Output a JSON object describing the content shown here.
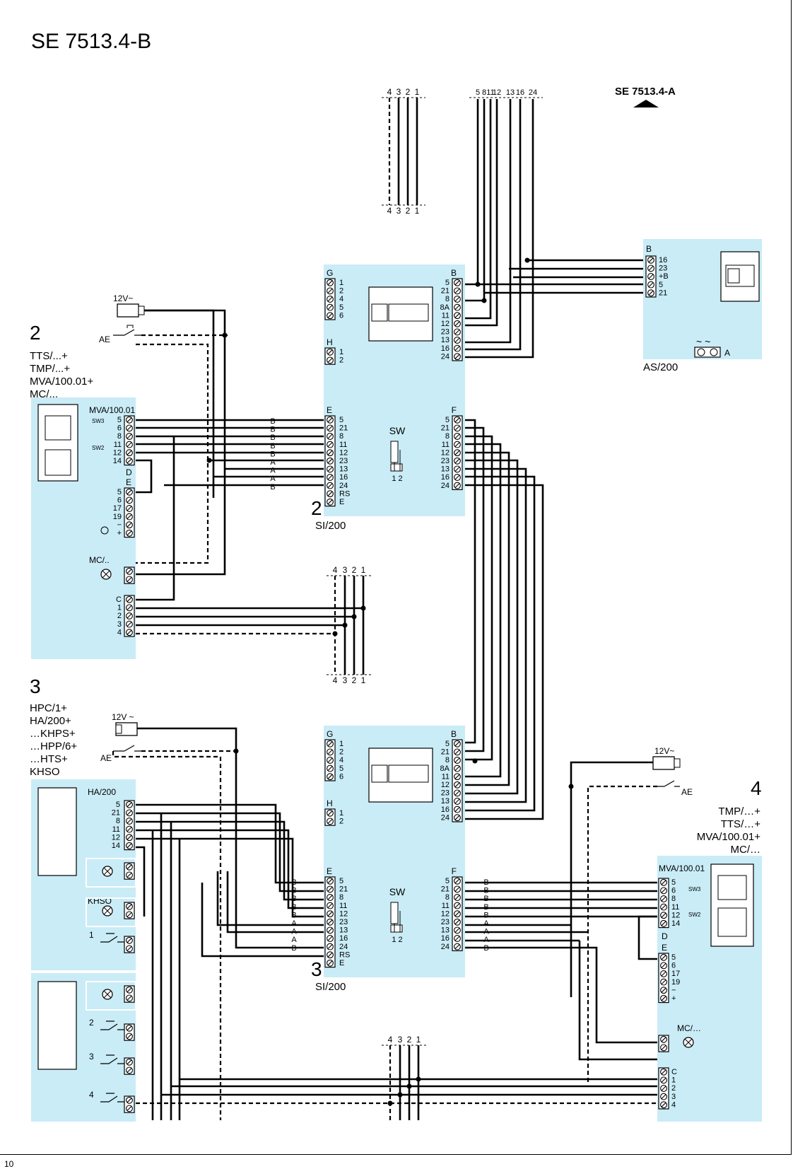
{
  "title": "SE 7513.4-B",
  "page_number": "10",
  "ref_label": "SE 7513.4-A",
  "bus_top": {
    "left": [
      "4",
      "3",
      "2",
      "1"
    ],
    "right": [
      "5",
      "8",
      "11",
      "12",
      "13",
      "16",
      "24"
    ]
  },
  "as200": {
    "name": "AS/200",
    "block_b": "B",
    "terms": [
      "16",
      "23",
      "+B",
      "5",
      "21"
    ],
    "power": "A"
  },
  "si1": {
    "label": "SI/200",
    "number": "2",
    "G": {
      "label": "G",
      "terms": [
        "1",
        "2",
        "4",
        "5",
        "6"
      ]
    },
    "H": {
      "label": "H",
      "terms": [
        "1",
        "2"
      ]
    },
    "B": {
      "label": "B",
      "terms": [
        "5",
        "21",
        "8",
        "8A",
        "11",
        "12",
        "23",
        "13",
        "16",
        "24"
      ]
    },
    "E": {
      "label": "E",
      "terms": [
        "5",
        "21",
        "8",
        "11",
        "12",
        "23",
        "13",
        "16",
        "24",
        "RS",
        "E"
      ]
    },
    "F": {
      "label": "F",
      "terms": [
        "5",
        "21",
        "8",
        "11",
        "12",
        "23",
        "13",
        "16",
        "24"
      ]
    },
    "sw": "SW",
    "sw_pins": "1 2"
  },
  "si2": {
    "label": "SI/200",
    "number": "3",
    "G": {
      "label": "G",
      "terms": [
        "1",
        "2",
        "4",
        "5",
        "6"
      ]
    },
    "H": {
      "label": "H",
      "terms": [
        "1",
        "2"
      ]
    },
    "B": {
      "label": "B",
      "terms": [
        "5",
        "21",
        "8",
        "8A",
        "11",
        "12",
        "23",
        "13",
        "16",
        "24"
      ]
    },
    "E": {
      "label": "E",
      "terms": [
        "5",
        "21",
        "8",
        "11",
        "12",
        "23",
        "13",
        "16",
        "24",
        "RS",
        "E"
      ]
    },
    "F": {
      "label": "F",
      "terms": [
        "5",
        "21",
        "8",
        "11",
        "12",
        "23",
        "13",
        "16",
        "24"
      ]
    },
    "sw": "SW",
    "sw_pins": "1 2"
  },
  "wire_letters_e": [
    "B",
    "B",
    "B",
    "B",
    "B",
    "A",
    "A",
    "A",
    "B"
  ],
  "wire_letters_f": [
    "B",
    "B",
    "B",
    "B",
    "B",
    "A",
    "A",
    "A",
    "B"
  ],
  "station2": {
    "number": "2",
    "desc": [
      "TTS/...+",
      "TMP/...+",
      "MVA/100.01+",
      "MC/..."
    ],
    "lock": "12V~",
    "ae": "AE",
    "mva": "MVA/100.01",
    "sw3": "SW3",
    "sw2": "SW2",
    "terms1": [
      "5",
      "6",
      "8",
      "11",
      "12",
      "14"
    ],
    "d": "D",
    "e": "E",
    "terms2": [
      "5",
      "6",
      "17",
      "19",
      "−",
      "+"
    ],
    "mc": "MC/..",
    "terms_c": [
      "C",
      "1",
      "2",
      "3",
      "4"
    ]
  },
  "bus_mid": [
    "4",
    "3",
    "2",
    "1"
  ],
  "station3": {
    "number": "3",
    "desc": [
      "HPC/1+",
      "HA/200+",
      "…KHPS+",
      "…HPP/6+",
      "…HTS+",
      "KHSO"
    ],
    "lock": "12V ~",
    "ae": "AE",
    "ha": "HA/200",
    "terms_ha": [
      "5",
      "21",
      "8",
      "11",
      "12",
      "14"
    ],
    "khso": "KHSO",
    "buttons": [
      "1",
      "2",
      "3",
      "4"
    ]
  },
  "station4": {
    "number": "4",
    "desc": [
      "TMP/…+",
      "TTS/…+",
      "MVA/100.01+",
      "MC/…"
    ],
    "lock": "12V~",
    "ae": "AE",
    "mva": "MVA/100.01",
    "sw3": "SW3",
    "sw2": "SW2",
    "terms1": [
      "5",
      "6",
      "8",
      "11",
      "12",
      "14"
    ],
    "d": "D",
    "e": "E",
    "terms2": [
      "5",
      "6",
      "17",
      "19",
      "−",
      "+"
    ],
    "mc": "MC/…",
    "terms_c": [
      "C",
      "1",
      "2",
      "3",
      "4"
    ]
  },
  "bus_bottom": [
    "4",
    "3",
    "2",
    "1"
  ],
  "colors": {
    "panel": "#c9ecf7",
    "line": "#000000"
  },
  "icons": [
    "lock-icon",
    "lamp-icon",
    "pushbutton-icon",
    "buzzer-icon",
    "triangle-up-icon",
    "power-supply-icon"
  ]
}
